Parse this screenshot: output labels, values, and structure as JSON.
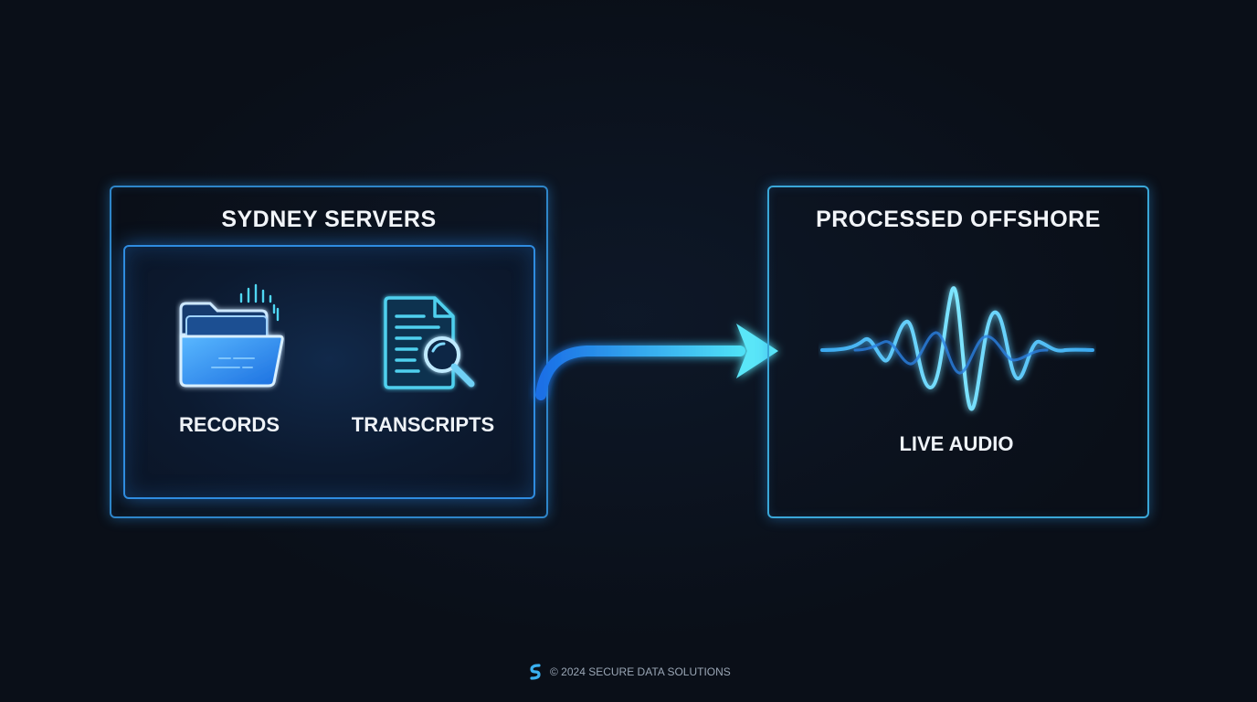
{
  "left_panel": {
    "title": "SYDNEY SERVERS",
    "items": [
      {
        "label": "RECORDS",
        "icon": "folder-icon"
      },
      {
        "label": "TRANSCRIPTS",
        "icon": "document-search-icon"
      }
    ]
  },
  "connector": {
    "icon": "arrow-right-icon"
  },
  "right_panel": {
    "title": "PROCESSED OFFSHORE",
    "item": {
      "label": "LIVE AUDIO",
      "icon": "audio-waveform-icon"
    }
  },
  "footer": {
    "text": "© 2024 SECURE DATA SOLUTIONS",
    "logo": "s-logo-icon"
  },
  "colors": {
    "background": "#0a0f18",
    "accent_blue": "#2f8ce0",
    "accent_cyan": "#4fd6f2",
    "text": "#f2f5f9"
  }
}
